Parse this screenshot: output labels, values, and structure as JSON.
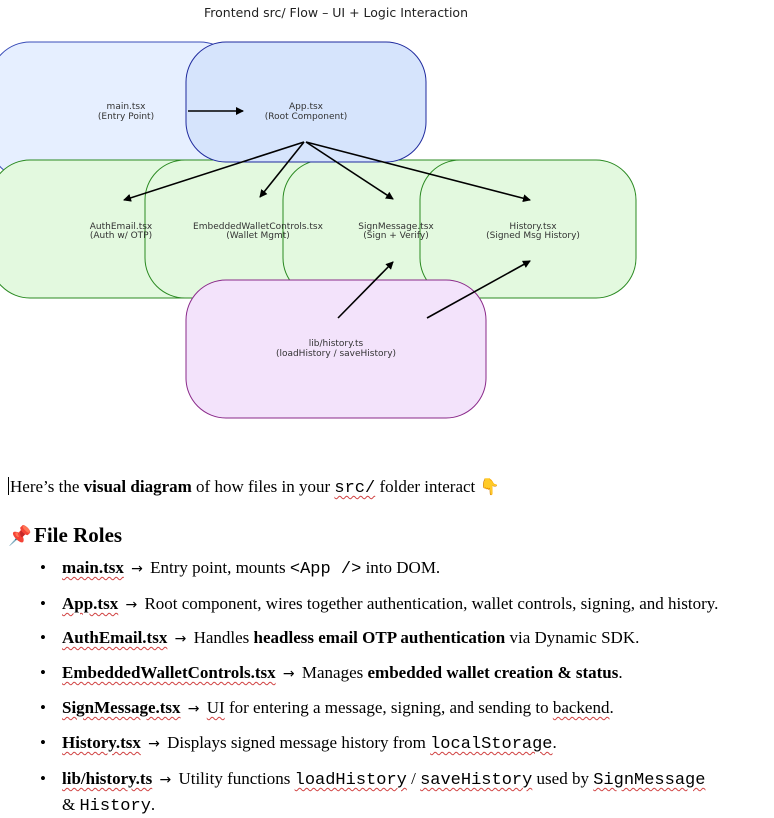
{
  "diagram": {
    "title": "Frontend src/ Flow – UI + Logic Interaction",
    "nodes": [
      {
        "id": "main",
        "name": "main.tsx",
        "sub": "(Entry Point)",
        "color": "#e6efff",
        "stroke": "#3a4db8"
      },
      {
        "id": "app",
        "name": "App.tsx",
        "sub": "(Root Component)",
        "color": "#d6e4fc",
        "stroke": "#1f2a9e"
      },
      {
        "id": "auth",
        "name": "AuthEmail.tsx",
        "sub": "(Auth w/ OTP)",
        "color": "#e3f9df",
        "stroke": "#2b8a22"
      },
      {
        "id": "wallet",
        "name": "EmbeddedWalletControls.tsx",
        "sub": "(Wallet Mgmt)",
        "color": "#e3f9df",
        "stroke": "#2b8a22"
      },
      {
        "id": "sign",
        "name": "SignMessage.tsx",
        "sub": "(Sign + Verify)",
        "color": "#e3f9df",
        "stroke": "#2b8a22"
      },
      {
        "id": "history",
        "name": "History.tsx",
        "sub": "(Signed Msg History)",
        "color": "#e3f9df",
        "stroke": "#2b8a22"
      },
      {
        "id": "lib",
        "name": "lib/history.ts",
        "sub": "(loadHistory / saveHistory)",
        "color": "#f3e3fb",
        "stroke": "#8a2a8a"
      }
    ]
  },
  "intro": {
    "before": "Here’s the ",
    "bold": "visual diagram",
    "middle": " of how files in your ",
    "code": "src/",
    "after": " folder interact",
    "emoji": "👇"
  },
  "roles": {
    "icon": "📌",
    "heading": "File Roles",
    "bullet": "•",
    "arrow": "→",
    "items": [
      {
        "file": "main.tsx",
        "t1": " Entry point, mounts ",
        "code": "<App />",
        "t2": " into DOM."
      },
      {
        "file": "App.tsx",
        "t1": " Root component, wires together authentication, wallet controls, signing, and history."
      },
      {
        "file": "AuthEmail.tsx",
        "t1": " Handles ",
        "bold": "headless email OTP authentication",
        "t2": " via Dynamic SDK."
      },
      {
        "file": "EmbeddedWalletControls.tsx",
        "t1": " Manages ",
        "bold": "embedded wallet creation & status",
        "t2": "."
      },
      {
        "file": "SignMessage.tsx",
        "t1": " ",
        "u1": "UI",
        "t2": " for entering a message, signing, and sending to ",
        "u2": "backend",
        "t3": "."
      },
      {
        "file": "History.tsx",
        "t1": " Displays signed message history from ",
        "code": "localStorage",
        "t2": "."
      },
      {
        "file": "lib/history.ts",
        "t1": " Utility functions ",
        "code1": "loadHistory",
        "t2": " / ",
        "code2": "saveHistory",
        "t3": " used by ",
        "code3": "SignMessage",
        "line2_pre": "& ",
        "code4": "History",
        "line2_post": "."
      }
    ]
  }
}
